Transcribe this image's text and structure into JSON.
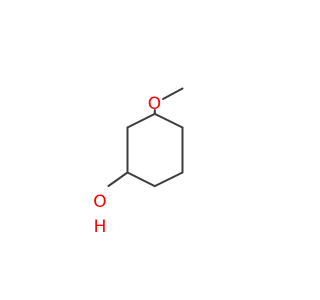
{
  "molecule": {
    "atoms": {
      "methoxy_oxygen": {
        "label": "O",
        "color": "#ff0000"
      },
      "hydroxyl_oxygen": {
        "label": "O",
        "color": "#ff0000"
      },
      "hydroxyl_hydrogen": {
        "label": "H",
        "color": "#ff0000"
      }
    },
    "bond_color": "#3d3d3d"
  }
}
